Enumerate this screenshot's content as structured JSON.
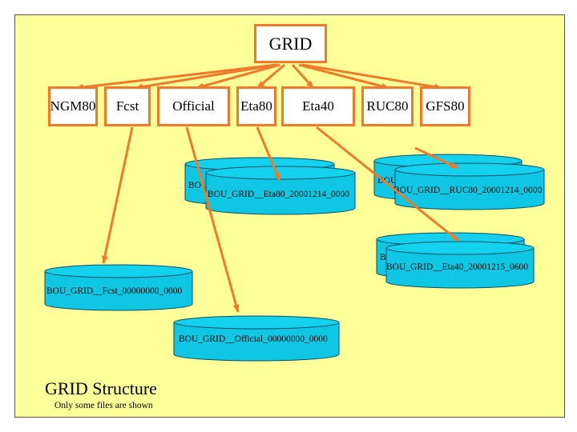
{
  "colors": {
    "background": "#ffff99",
    "box_border": "#ef7b2a",
    "arrow": "#ef7b2a",
    "cylinder": "#0fc6e3",
    "cylinder_top": "#14d2ee"
  },
  "diagram": {
    "root": "GRID",
    "children": [
      "NGM80",
      "Fcst",
      "Official",
      "Eta80",
      "Eta40",
      "RUC80",
      "GFS80"
    ],
    "files": {
      "eta80_back": "BOU_",
      "eta80_front": "BOU_GRID__Eta80_20001214_0000",
      "ruc80_back": "BOU_",
      "ruc80_front": "BOU_GRID__RUC80_20001214_0000",
      "eta40_back": "BOU_",
      "eta40_front": "BOU_GRID__Eta40_20001215_0600",
      "fcst": "BOU_GRID__Fcst_00000000_0000",
      "official": "BOU_GRID__Official_00000000_0000"
    }
  },
  "footer": {
    "title": "GRID Structure",
    "note": "Only some files are shown"
  }
}
